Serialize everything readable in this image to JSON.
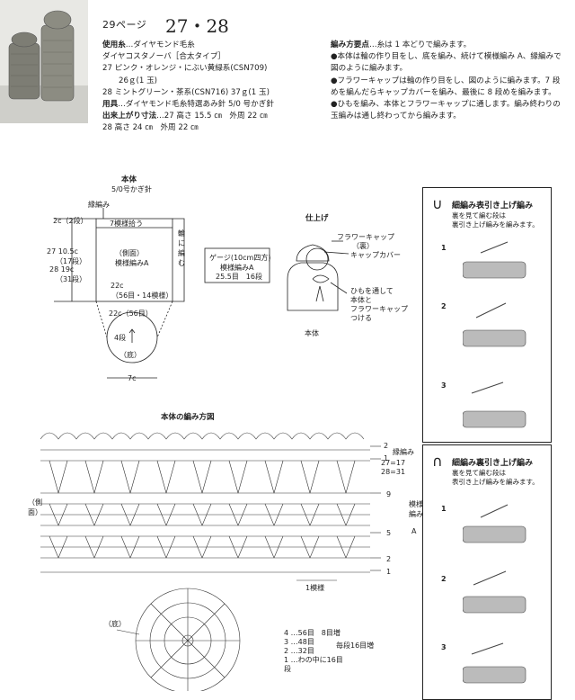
{
  "header": {
    "page_ref": "29ページ",
    "pattern_numbers": "27・28"
  },
  "materials": {
    "lines": [
      {
        "label": "使用糸",
        "text": "…ダイヤモンド毛糸"
      },
      {
        "label": "",
        "text": "ダイヤコスタノーバ［合太タイプ］"
      },
      {
        "label": "",
        "text": "27 ピンク・オレンジ・にぶい黄緑系(CSN709)"
      },
      {
        "label": "",
        "text": "26ｇ(1 玉)",
        "indent": true
      },
      {
        "label": "",
        "text": "28 ミントグリーン・茶系(CSN716) 37ｇ(1 玉)"
      },
      {
        "label": "用具",
        "text": "…ダイヤモンド毛糸特選あみ針 5/0 号かぎ針"
      },
      {
        "label": "出来上がり寸法",
        "text": "…27 高さ 15.5 ㎝　外周 22 ㎝"
      },
      {
        "label": "",
        "text": "28 高さ 24 ㎝　外周 22 ㎝"
      }
    ]
  },
  "points": {
    "title": "編み方要点",
    "title_suffix": "…糸は 1 本どりで編みます。",
    "items": [
      "●本体は輪の作り目をし、底を編み、続けて模様編み A、縁編みで図のように編みます。",
      "●フラワーキャップは輪の作り目をし、図のように編みます。7 段めを編んだらキャップカバーを編み、最後に 8 段めを編みます。",
      "●ひもを編み、本体とフラワーキャップに通します。編み終わりの玉編みは通し終わってから編みます。"
    ]
  },
  "body_diagram": {
    "title": "本体",
    "subtitle": "5/0号かぎ針",
    "edge_label": "縁編み",
    "rows_label": "2c（2段）",
    "pick_label": "7模様拾う",
    "side_label": "（側面）",
    "pattern_label": "模様編みA",
    "round_label": "輪に編む",
    "height_label_1": "27 10.5c",
    "height_rows_1": "（17段）",
    "height_label_2": "28 19c",
    "height_rows_2": "（31段）",
    "bottom_label": "22c",
    "bottom_rows": "（56目・14模様）",
    "base_label": "22c（56目）",
    "base_rows": "4段",
    "base_name": "（底）",
    "base_width": "7c"
  },
  "gauge": {
    "title": "ゲージ(10cm四方)",
    "pattern": "模様編みA",
    "values": "25.5目　16段"
  },
  "finishing": {
    "title": "仕上げ",
    "flower_cap": "フラワーキャップ",
    "flower_cap_sub": "（裏）",
    "cap_cover": "キャップカバー",
    "string_note_1": "ひもを通して",
    "string_note_2": "本体と",
    "string_note_3": "フラワーキャップ",
    "string_note_4": "つける",
    "body": "本体"
  },
  "chart": {
    "title": "本体の編み方図",
    "edge_label": "縁編み",
    "side_label": "（側面）",
    "pattern_label_1": "模様",
    "pattern_label_2": "編み",
    "pattern_label_3": "A",
    "repeat_label": "1模様",
    "row_2": "2",
    "row_1": "1",
    "row_9": "9",
    "row_5": "5",
    "row_2b": "2",
    "row_1b": "1",
    "row_27_17": "27=17",
    "row_28_31": "28=31",
    "base_label": "（底）",
    "increase_rows": [
      "4 …56目　8目増",
      "3 …48目",
      "2 …32目",
      "1 …わの中に16目"
    ],
    "increase_note_1": "毎段16目増",
    "increase_note_2": "段"
  },
  "sidebar": {
    "panel1": {
      "title": "細編み表引き上げ編み",
      "desc_1": "裏を見て編む段は",
      "desc_2": "裏引き上げ編みを編みます。",
      "steps": [
        "1",
        "2",
        "3"
      ]
    },
    "panel2": {
      "title": "細編み裏引き上げ編み",
      "desc_1": "裏を見て編む段は",
      "desc_2": "表引き上げ編みを編みます。",
      "steps": [
        "1",
        "2",
        "3"
      ]
    }
  },
  "colors": {
    "ink": "#222222",
    "photo_bg": "#d9d9d4",
    "yarn": "#8a8a80"
  }
}
